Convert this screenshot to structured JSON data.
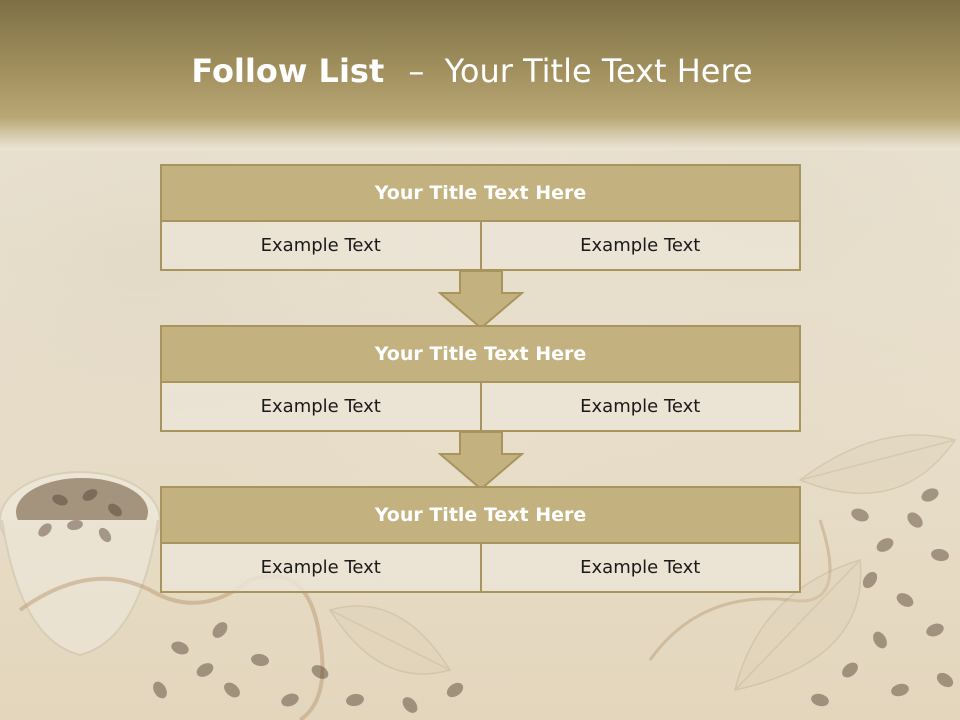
{
  "slide": {
    "title_bold": "Follow List",
    "title_separator": "–",
    "title_rest": "Your Title Text Here"
  },
  "blocks": [
    {
      "title": "Your Title Text Here",
      "left": "Example Text",
      "right": "Example Text"
    },
    {
      "title": "Your Title Text Here",
      "left": "Example Text",
      "right": "Example Text"
    },
    {
      "title": "Your Title Text Here",
      "left": "Example Text",
      "right": "Example Text"
    }
  ],
  "theme": {
    "header": "#9e8d5b",
    "box_fill": "#c3b17f",
    "box_border": "#a8945d",
    "cell_fill": "#ebe4d6",
    "arrow_fill": "#c3b17f",
    "title_text": "#ffffff"
  },
  "icons": [
    "down-arrow-icon",
    "coffee-bean-icon",
    "leaf-icon",
    "coffee-cup-icon"
  ]
}
